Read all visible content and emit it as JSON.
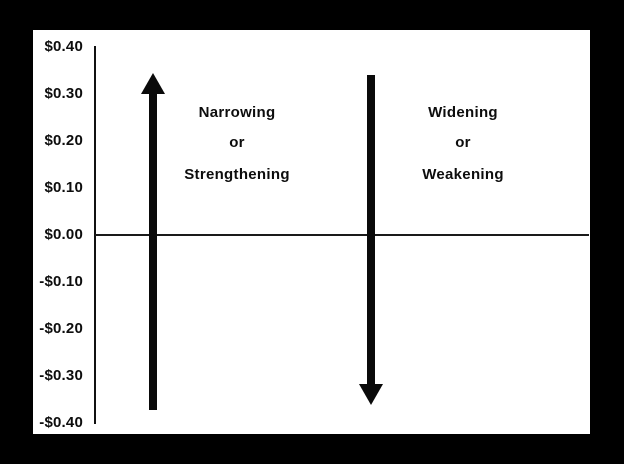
{
  "figure": {
    "colors": {
      "background": "#000000",
      "panel": "#ffffff",
      "ink": "#0d0d0d"
    },
    "y_axis": {
      "ticks": [
        "$0.40",
        "$0.30",
        "$0.20",
        "$0.10",
        "$0.00",
        "-$0.10",
        "-$0.20",
        "-$0.30",
        "-$0.40"
      ]
    },
    "zero_line_value": "$0.00",
    "up_arrow_label": {
      "line1": "Narrowing",
      "line2": "or",
      "line3": "Strengthening"
    },
    "down_arrow_label": {
      "line1": "Widening",
      "line2": "or",
      "line3": "Weakening"
    }
  }
}
